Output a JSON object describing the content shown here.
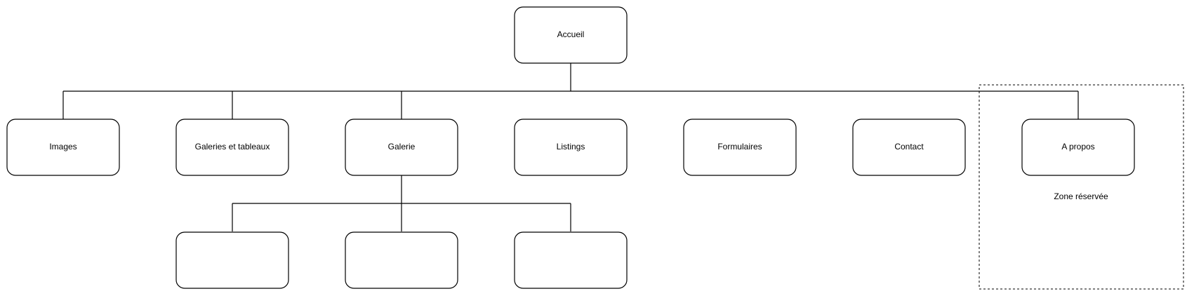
{
  "diagram": {
    "root": {
      "label": "Accueil"
    },
    "children": [
      {
        "label": "Images"
      },
      {
        "label": "Galeries et tableaux"
      },
      {
        "label": "Galerie"
      },
      {
        "label": "Listings"
      },
      {
        "label": "Formulaires"
      },
      {
        "label": "Contact"
      },
      {
        "label": "A propos"
      }
    ],
    "galerie_subpages": [
      {
        "label": ""
      },
      {
        "label": ""
      },
      {
        "label": ""
      }
    ],
    "reserved_zone": {
      "label": "Zone réservée"
    }
  }
}
